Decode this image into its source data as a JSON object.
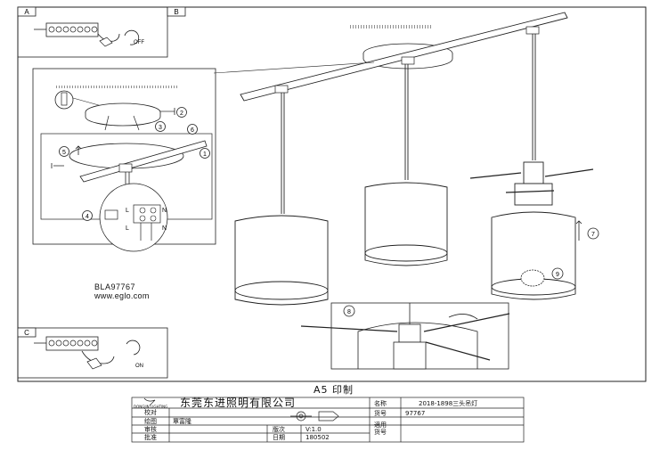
{
  "panels": {
    "a": "A",
    "b": "B",
    "c": "C"
  },
  "switch_states": {
    "off": "OFF",
    "on": "ON"
  },
  "steps": [
    "1",
    "2",
    "3",
    "4",
    "5",
    "6",
    "7",
    "8",
    "9"
  ],
  "terminal_labels": {
    "l": "L",
    "n": "N"
  },
  "product": {
    "code": "BLA97767",
    "website": "www.eglo.com"
  },
  "paper_format": "A5 印制",
  "title_block": {
    "company": "东莞东进照明有限公司",
    "logo_text": "DONGJIN LIGHTING",
    "row_labels": [
      "校对",
      "绘图",
      "审核",
      "批准"
    ],
    "drafter": "覃富隆",
    "version_label": "版次",
    "version": "V:1.0",
    "date_label": "日期",
    "date": "180502",
    "name_label": "名称",
    "name_value": "2018-1898三头吊灯",
    "item_label": "货号",
    "item_value": "97767",
    "model_label_1": "適用",
    "model_label_2": "货号"
  }
}
